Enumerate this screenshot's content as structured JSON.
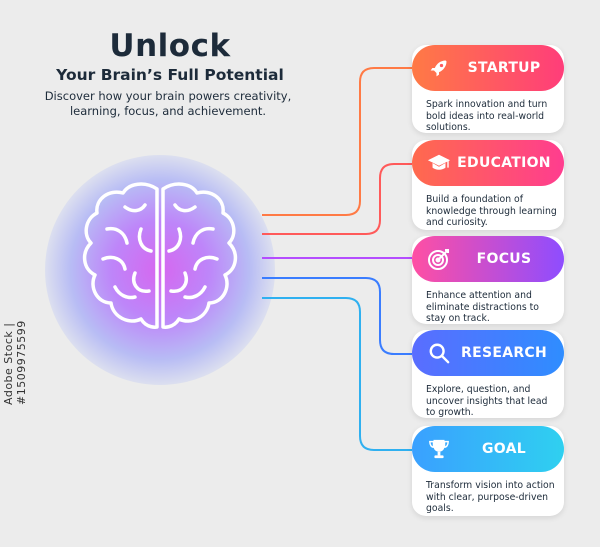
{
  "header": {
    "title": "Unlock",
    "subtitle": "Your Brain’s Full Potential",
    "description": "Discover how your brain powers creativity, learning, focus, and achievement."
  },
  "stock_id": "Adobe Stock | #1509975599",
  "brain": {
    "icon": "brain-icon"
  },
  "cards": [
    {
      "label": "STARTUP",
      "icon": "rocket-icon",
      "color_from": "#ff7a45",
      "color_to": "#ff3d7a",
      "line_color": "#ff7a45",
      "text": "Spark innovation and turn bold ideas into real-world solutions."
    },
    {
      "label": "EDUCATION",
      "icon": "graduation-cap-icon",
      "color_from": "#ff6a4d",
      "color_to": "#ff3d8f",
      "line_color": "#ff5a5a",
      "text": "Build a foundation of knowledge through learning and curiosity."
    },
    {
      "label": "FOCUS",
      "icon": "target-icon",
      "color_from": "#ff4fa3",
      "color_to": "#8e4dff",
      "line_color": "#b44dff",
      "text": "Enhance attention and eliminate distractions to stay on track."
    },
    {
      "label": "RESEARCH",
      "icon": "magnifier-icon",
      "color_from": "#5a6dff",
      "color_to": "#2f8dff",
      "line_color": "#3a7dff",
      "text": "Explore, question, and uncover insights that lead to growth."
    },
    {
      "label": "GOAL",
      "icon": "trophy-icon",
      "color_from": "#3aa0ff",
      "color_to": "#2fd0f0",
      "line_color": "#2fb0f0",
      "text": "Transform vision into action with clear, purpose-driven goals."
    }
  ]
}
